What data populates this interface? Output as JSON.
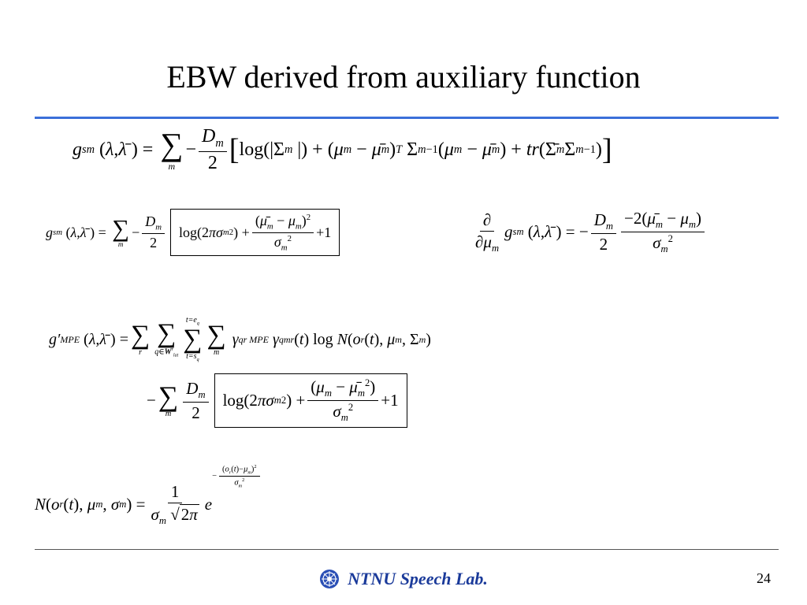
{
  "slide": {
    "title": "EBW derived from auxiliary function",
    "footer_lab": "NTNU Speech Lab.",
    "page_number": "24",
    "logo_icon": "ntnu-logo-icon",
    "accent_color": "#3b6fd9"
  },
  "equations": {
    "e1": "g^sm(λ, λ̄) = Σ_m − (D_m/2) [ log(|Σ_m|) + (μ_m − μ̄_m)^T Σ_m^−1 (μ_m − μ̄_m) + tr(Σ̄_m Σ_m^−1) ]",
    "e2": "g^sm(λ, λ̄) = Σ_m − (D_m/2) [ log(2πσ_m^2) + (μ̄_m − μ_m)^2 / σ_m^2 + 1 ]",
    "e3": "∂/∂μ_m g^sm(λ, λ̄) = − (D_m/2) · −2(μ̄_m − μ_m) / σ_m^2",
    "e4": "g′_MPE(λ, λ̄) = Σ_r Σ_{q∈W^r_lat} Σ_{t=s_q}^{t=e_q} Σ_m γ_q^{r MPE} γ_qm^r(t) log N(o_r(t), μ_m, Σ_m)",
    "e5": "− Σ_m (D_m/2) [ log(2πσ_m^2) + (μ_m − μ̄_m)^2 / σ_m^2 + 1 ]",
    "e6": "N(o_r(t), μ_m, σ_m) = 1/(σ_m √(2π)) e^{−(o_r(t)−μ_m)^2/σ_m^2}"
  }
}
